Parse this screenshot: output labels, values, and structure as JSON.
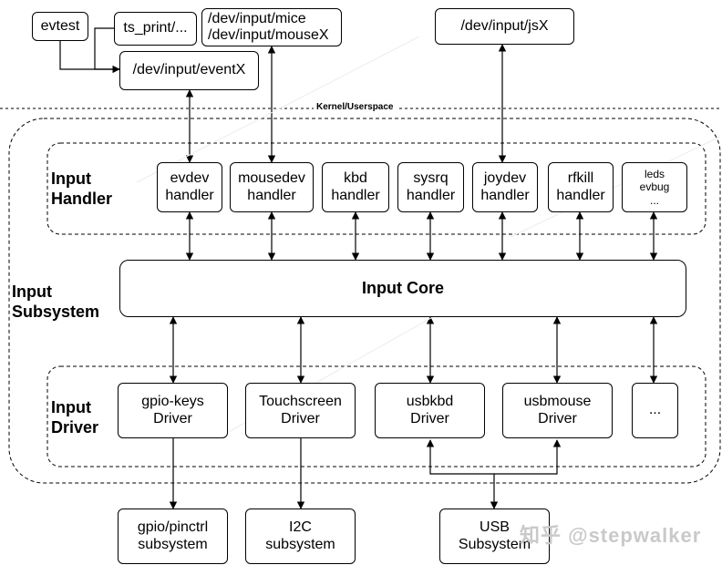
{
  "userspace": {
    "evtest": "evtest",
    "ts_print": "ts_print/...",
    "mice": "/dev/input/mice\n/dev/input/mouseX",
    "eventx": "/dev/input/eventX",
    "jsx": "/dev/input/jsX"
  },
  "boundary_label": "Kernel/Userspace",
  "groups": {
    "input_subsystem": "Input\nSubsystem",
    "input_handler": "Input\nHandler",
    "input_driver": "Input\nDriver"
  },
  "handlers": [
    "evdev\nhandler",
    "mousedev\nhandler",
    "kbd\nhandler",
    "sysrq\nhandler",
    "joydev\nhandler",
    "rfkill\nhandler",
    "leds\nevbug\n..."
  ],
  "core": "Input Core",
  "drivers": [
    "gpio-keys\nDriver",
    "Touchscreen\nDriver",
    "usbkbd\nDriver",
    "usbmouse\nDriver",
    "..."
  ],
  "subsystems": [
    "gpio/pinctrl\nsubsystem",
    "I2C\nsubsystem",
    "USB\nSubsystem"
  ],
  "watermark": "知乎 @stepwalker"
}
